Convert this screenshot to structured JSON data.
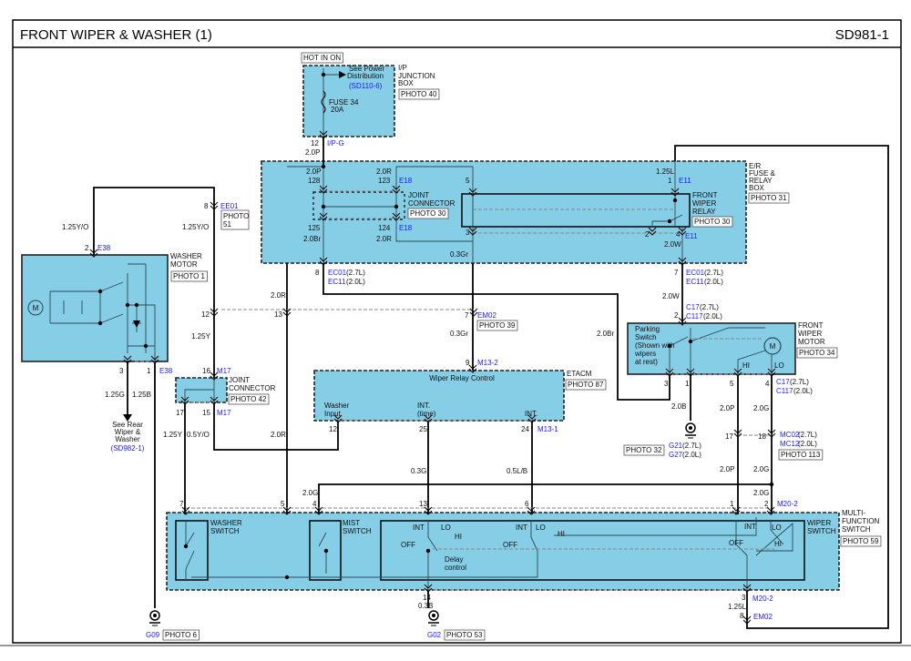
{
  "header": {
    "title": "FRONT WIPER & WASHER (1)",
    "page_id": "SD981-1"
  },
  "colors": {
    "component_fill": "#86cde6",
    "wire": "#000000",
    "connector_ref": "#1a1aff"
  },
  "icons": {
    "ground": "ground-symbol-icon",
    "motor": "motor-icon",
    "fuse": "fuse-icon",
    "connector": "connector-chevron-icon"
  },
  "labels": {
    "hot_in_on": "HOT IN ON",
    "ipjb1": "I/P",
    "ipjb2": "JUNCTION",
    "ipjb3": "BOX",
    "ipjb_photo": "PHOTO 40",
    "sp1": "See Power",
    "sp2": "Distribution",
    "sp_ref": "(SD110-6)",
    "fuse1": "FUSE 34",
    "fuse2": "20A",
    "ipg_pin": "12",
    "ipg": "I/P-G",
    "w1": "2.0P",
    "w2": "2.0P",
    "p128": "128",
    "p125": "125",
    "w3": "2.0Br",
    "w4": "2.0R",
    "p123": "123",
    "e18a": "E18",
    "p124": "124",
    "e18b": "E18",
    "w5": "2.0R",
    "jc1": "JOINT",
    "jc2": "CONNECTOR",
    "jc_photo": "PHOTO 30",
    "p5": "5",
    "p3": "3",
    "w6": "0.3Gr",
    "w7": "1.25L",
    "p1": "1",
    "e11a": "E11",
    "fwr1": "FRONT",
    "fwr2": "WIPER",
    "fwr3": "RELAY",
    "fwr_photo": "PHOTO 30",
    "p2": "2",
    "p4": "4",
    "e11b": "E11",
    "w8": "2.0W",
    "er1": "E/R",
    "er2": "FUSE &",
    "er3": "RELAY",
    "er4": "BOX",
    "er_photo": "PHOTO 31",
    "p8": "8",
    "ec01a": "EC01",
    "ec01a_v": "(2.7L)",
    "ec11a": "EC11",
    "ec11a_v": "(2.0L)",
    "p7": "7",
    "ec01b": "EC01",
    "ec01b_v": "(2.7L)",
    "ec11b": "EC11",
    "ec11b_v": "(2.0L)",
    "w9": "2.0W",
    "c17_pin2": "2",
    "c17a": "C17",
    "c17a_v": "(2.7L)",
    "c117a": "C117",
    "c117a_v": "(2.0L)",
    "w10": "1.25Y/O",
    "e38_pin2": "2",
    "e38a": "E38",
    "wm1": "WASHER",
    "wm2": "MOTOR",
    "wm_photo": "PHOTO 1",
    "wm_motor": "M",
    "ee01_pin": "8",
    "ee01": "EE01",
    "ee01_photo1": "PHOTO",
    "ee01_photo2": "51",
    "w11": "1.25Y/O",
    "w12": "2.0R",
    "p12": "12",
    "p13": "13",
    "w13": "1.25Y",
    "e38_pin3": "3",
    "e38_pin1": "1",
    "e38b": "E38",
    "w14": "1.25G",
    "w15": "1.25B",
    "rear1": "See Rear",
    "rear2": "Wiper &",
    "rear3": "Washer",
    "rear_ref": "(SD982-1)",
    "m17_pin16": "16",
    "m17a": "M17",
    "jc42_1": "JOINT",
    "jc42_2": "CONNECTOR",
    "jc42_photo": "PHOTO 42",
    "m17_pin17": "17",
    "m17_pin15": "15",
    "m17b": "M17",
    "w16": "1.25Y",
    "w17": "0.5Y/O",
    "w18": "2.0R",
    "em02_pin": "7",
    "em02a": "EM02",
    "em02_photo": "PHOTO 39",
    "w19": "0.3Gr",
    "w20": "2.0Br",
    "m132_pin": "9",
    "m132": "M13-2",
    "etacm": "ETACM",
    "etacm_photo": "PHOTO 87",
    "wrc": "Wiper Relay Control",
    "wi1": "Washer",
    "wi2": "Input",
    "it1": "INT.",
    "it2": "(time)",
    "int2": "INT.",
    "e12": "12",
    "e25": "25",
    "e24": "24",
    "m131": "M13-1",
    "w21": "0.3G",
    "w22": "0.5L/B",
    "ps1": "Parking",
    "ps2": "Switch",
    "ps3": "(Shown with",
    "ps4": "wipers",
    "ps5": "at rest)",
    "fwm1": "FRONT",
    "fwm2": "WIPER",
    "fwm3": "MOTOR",
    "fwm_photo": "PHOTO 34",
    "hi": "HI",
    "lo": "LO",
    "m_motor": "M",
    "mp3": "3",
    "mp1": "1",
    "mp5": "5",
    "mp4": "4",
    "c17b": "C17",
    "c17b_v": "(2.7L)",
    "c117b": "C117",
    "c117b_v": "(2.0L)",
    "w23": "2.0B",
    "w24": "2.0P",
    "w25": "2.0G",
    "photo32": "PHOTO 32",
    "g21": "G21",
    "g21_v": "(2.7L)",
    "g27": "G27",
    "g27_v": "(2.0L)",
    "mc_pin17": "17",
    "mc_pin18": "18",
    "mc02": "MC02",
    "mc02_v": "(2.7L)",
    "mc12": "MC12",
    "mc12_v": "(2.0L)",
    "photo113": "PHOTO 113",
    "w26": "2.0P",
    "w27": "2.0G",
    "w28": "2.0G",
    "w29": "2.0G",
    "s7": "7",
    "s5": "5",
    "s4": "4",
    "s13": "13",
    "s6": "6",
    "s1": "1",
    "s2": "2",
    "m202a": "M20-2",
    "ws1": "WASHER",
    "ws2": "SWITCH",
    "ms1": "MIST",
    "ms2": "SWITCH",
    "wps1": "WIPER",
    "wps2": "SWITCH",
    "mfs1": "MULTI-",
    "mfs2": "FUNCTION",
    "mfs3": "SWITCH",
    "mfs_photo": "PHOTO 59",
    "sa_int": "INT",
    "sa_lo": "LO",
    "sa_hi": "HI",
    "sa_off": "OFF",
    "dc1": "Delay",
    "dc2": "control",
    "sb_int": "INT",
    "sb_lo": "LO",
    "sb_hi": "HI",
    "sb_off": "OFF",
    "sc_int": "INT",
    "sc_lo": "LO",
    "sc_hi": "HI",
    "sc_off": "OFF",
    "s14": "14",
    "w30": "0.3B",
    "g02": "G02",
    "photo53": "PHOTO 53",
    "s3": "3",
    "m202b": "M20-2",
    "w31": "1.25L",
    "em02b_pin": "8",
    "em02b": "EM02",
    "g09": "G09",
    "photo6": "PHOTO 6"
  }
}
